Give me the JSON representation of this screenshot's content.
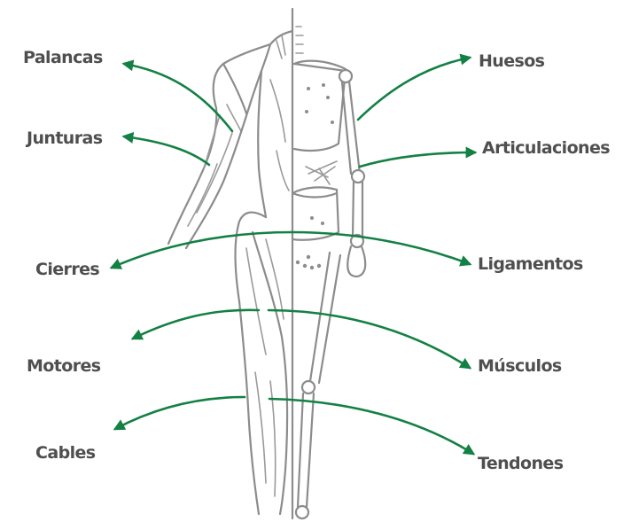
{
  "colors": {
    "arrow": "#138044",
    "figure": "#8c8c8c",
    "label": "#4f4f4f"
  },
  "left_labels": {
    "palancas": "Palancas",
    "junturas": "Junturas",
    "cierres": "Cierres",
    "motores": "Motores",
    "cables": "Cables"
  },
  "right_labels": {
    "huesos": "Huesos",
    "articulaciones": "Articulaciones",
    "ligamentos": "Ligamentos",
    "musculos": "Músculos",
    "tendones": "Tendones"
  }
}
